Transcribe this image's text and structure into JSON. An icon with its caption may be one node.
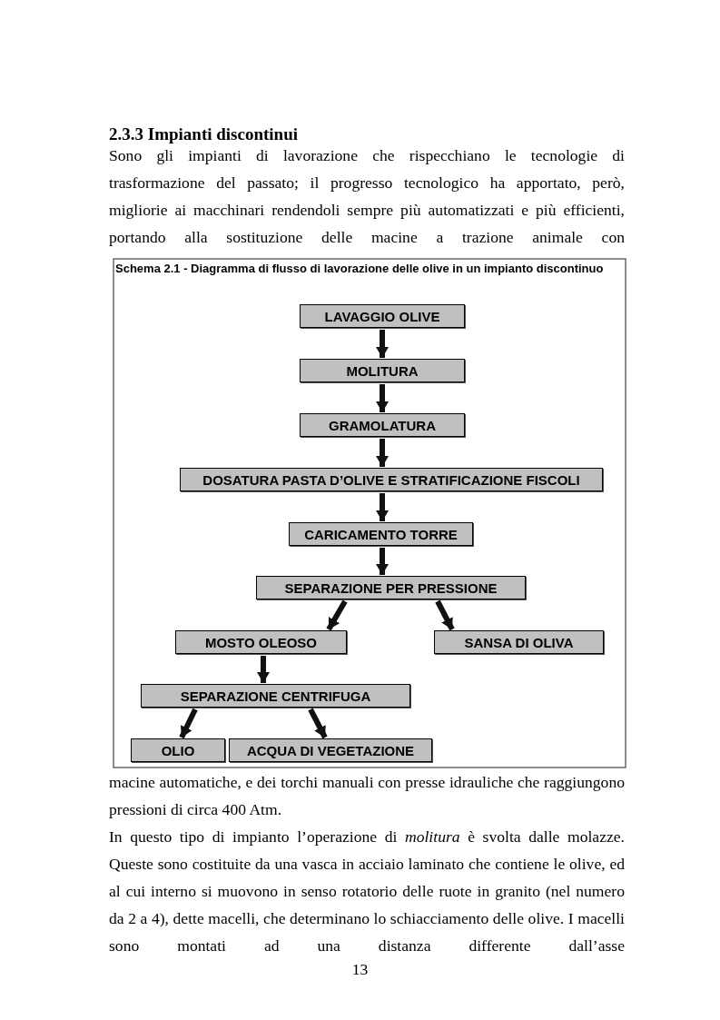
{
  "diagram": {
    "title": "Schema 2.1 - Diagramma di flusso di lavorazione delle olive in un impianto discontinuo",
    "nodes": [
      {
        "text": [
          "LAVAGGIO OLIVE"
        ]
      },
      {
        "text": [
          "MOLITURA"
        ]
      },
      {
        "text": [
          "GRAMOLATURA"
        ]
      },
      {
        "text": [
          "DOSATURA PASTA D’OLIVE E STRATIFICAZIONE FISCOLI"
        ]
      },
      {
        "text": [
          "CARICAMENTO TORRE"
        ]
      },
      {
        "text": [
          "SEPARAZIONE PER PRESSIONE"
        ]
      },
      {
        "text": [
          "MOSTO OLEOSO"
        ]
      },
      {
        "text": [
          "SANSA DI OLIVA"
        ]
      },
      {
        "text": [
          "SEPARAZIONE CENTRIFUGA"
        ]
      },
      {
        "text": [
          "OLIO"
        ]
      },
      {
        "text": [
          "ACQUA DI VEGETAZIONE"
        ]
      }
    ],
    "edges": [
      {
        "from": 0,
        "to": 1,
        "arrow": "to"
      },
      {
        "from": 1,
        "to": 2,
        "arrow": "to"
      },
      {
        "from": 2,
        "to": 3,
        "arrow": "to"
      },
      {
        "from": 3,
        "to": 4,
        "arrow": "to"
      },
      {
        "from": 4,
        "to": 5,
        "arrow": "to"
      },
      {
        "from": 5,
        "to": 6,
        "arrow": "to"
      },
      {
        "from": 5,
        "to": 7,
        "arrow": "to"
      },
      {
        "from": 6,
        "to": 8,
        "arrow": "to"
      },
      {
        "from": 8,
        "to": 9,
        "arrow": "to"
      },
      {
        "from": 8,
        "to": 10,
        "arrow": "to"
      }
    ],
    "labels": [
      "2.3.3 Impianti discontinui",
      "Sono gli impianti di lavorazione che rispecchiano le tecnologie di trasformazione del passato; il progresso tecnologico ha apportato, però, migliorie ai macchinari rendendoli sempre più automatizzati e più efficienti, portando alla sostituzione delle macine a trazione animale con",
      "macine automatiche, e dei torchi manuali con presse idrauliche che raggiungono pressioni di circa 400 Atm.",
      "In questo tipo di impianto l’operazione di *molitura* è svolta dalle molazze. Queste sono costituite da una vasca in acciaio laminato che contiene le olive, ed al cui interno si muovono in senso rotatorio delle ruote in granito (nel numero da 2 a 4), dette macelli, che determinano lo schiacciamento delle olive. I macelli sono montati ad una distanza differente dall’asse",
      "13"
    ]
  }
}
